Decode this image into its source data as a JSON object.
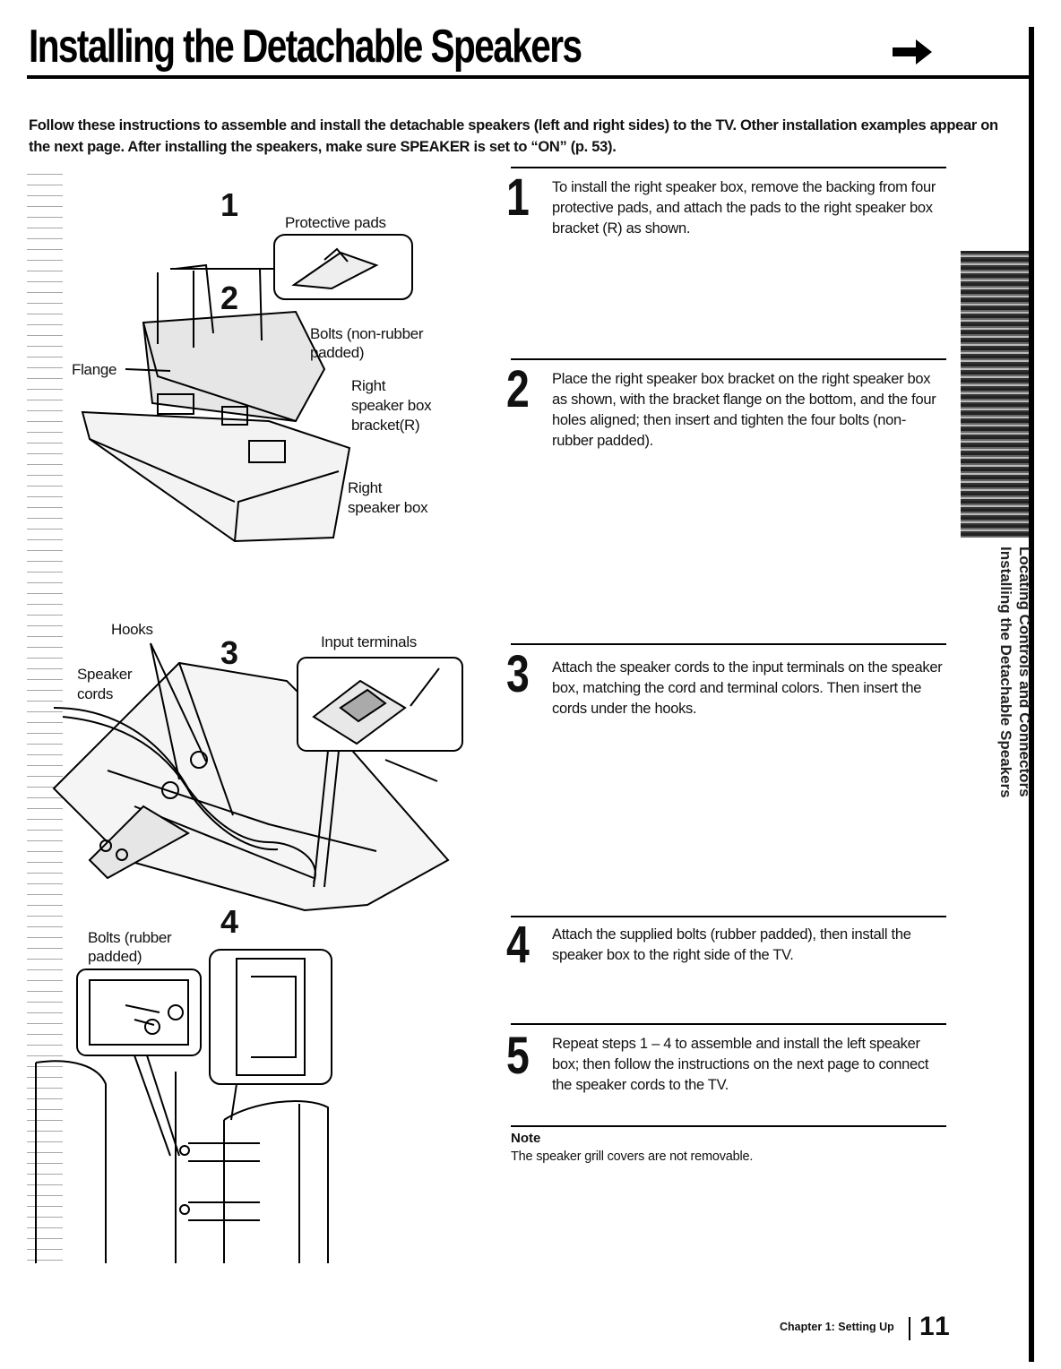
{
  "header": {
    "title": "Installing the Detachable Speakers"
  },
  "intro": "Follow these instructions to assemble and install the detachable speakers (left and right sides) to the TV. Other installation examples appear on the next page. After installing the speakers, make sure SPEAKER is set to “ON” (p. 53).",
  "figure_labels": {
    "step1_num": "1",
    "protective_pads": "Protective pads",
    "step2_num": "2",
    "bolts_non_rubber_1": "Bolts (non-rubber",
    "bolts_non_rubber_2": "padded)",
    "flange": "Flange",
    "right_bracket_1": "Right",
    "right_bracket_2": "speaker box",
    "right_bracket_3": "bracket(R)",
    "right_box_1": "Right",
    "right_box_2": "speaker box",
    "hooks": "Hooks",
    "step3_num": "3",
    "input_terminals": "Input terminals",
    "speaker_cords_1": "Speaker",
    "speaker_cords_2": "cords",
    "bolts_rubber_1": "Bolts (rubber",
    "bolts_rubber_2": "padded)",
    "step4_num": "4"
  },
  "steps": [
    {
      "num": "1",
      "text": "To install the right speaker box, remove the backing from four protective pads, and attach the pads to the right speaker box bracket (R) as shown."
    },
    {
      "num": "2",
      "text": "Place the right speaker box bracket on the right speaker box as shown, with the bracket flange on the bottom, and the four holes aligned; then insert and tighten the four bolts (non-rubber padded)."
    },
    {
      "num": "3",
      "text": "Attach the speaker cords to the input terminals on the speaker box, matching the cord and terminal colors. Then insert the cords under the hooks."
    },
    {
      "num": "4",
      "text": "Attach the supplied bolts (rubber padded), then install the speaker box to the right side of the TV."
    },
    {
      "num": "5",
      "text": "Repeat steps 1 – 4 to assemble and install the left speaker box; then follow the instructions on the next page to connect the speaker cords to the TV."
    }
  ],
  "note": {
    "heading": "Note",
    "text": "The speaker grill covers are not removable."
  },
  "side_tab": {
    "line1": "Locating Controls and Connectors",
    "line2": "Installing the Detachable Speakers"
  },
  "footer": {
    "chapter": "Chapter 1: Setting Up",
    "page": "11"
  }
}
